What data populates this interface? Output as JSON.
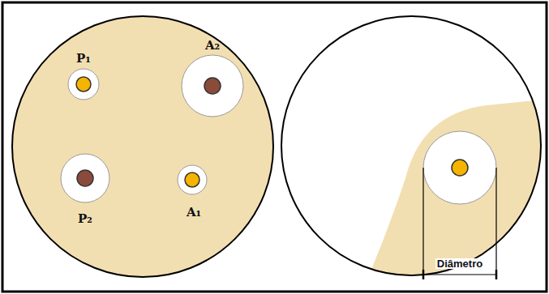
{
  "diagram": {
    "labels": [
      "P₁",
      "A₂",
      "P₂",
      "A₁",
      "Diâmetro"
    ]
  }
}
